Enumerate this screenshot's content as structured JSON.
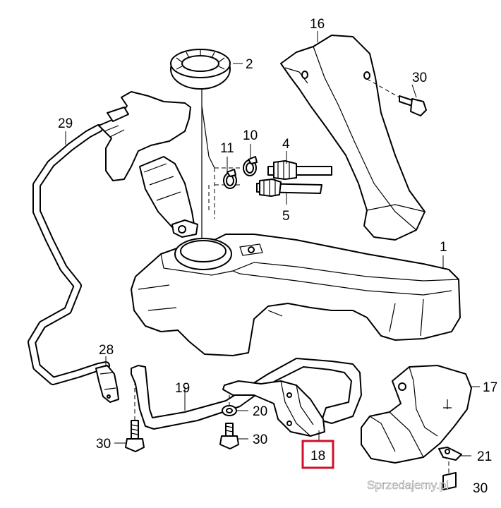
{
  "callouts": {
    "p1": "1",
    "p2": "2",
    "p4": "4",
    "p5": "5",
    "p10": "10",
    "p11": "11",
    "p16": "16",
    "p17": "17",
    "p18": "18",
    "p19": "19",
    "p20": "20",
    "p21": "21",
    "p28": "28",
    "p29": "29",
    "p30a": "30",
    "p30b": "30",
    "p30c": "30",
    "p30d": "30"
  },
  "highlight": {
    "color": "#d0102a"
  },
  "watermark": {
    "text": "Sprzedajemy.pl"
  }
}
